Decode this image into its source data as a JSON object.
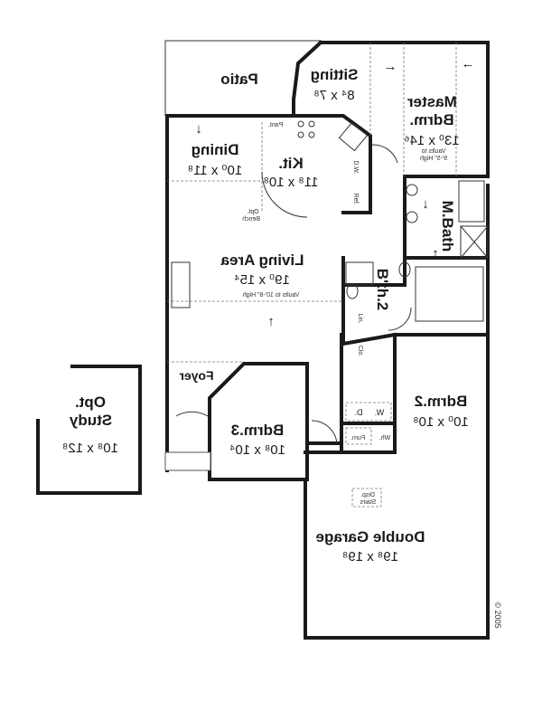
{
  "plan": {
    "rooms": {
      "patio": {
        "name": "Patio"
      },
      "sitting": {
        "name": "Sitting",
        "dims": "8⁴ x 7⁸"
      },
      "master": {
        "name1": "Master",
        "name2": "Bdrm.",
        "dims": "13⁰ x 14⁶",
        "note1": "Vaults to",
        "note2": "9'-5\" High"
      },
      "dining": {
        "name": "Dining",
        "dims": "10⁰ x 11⁸"
      },
      "kitchen": {
        "name": "Kit.",
        "dims": "11⁸ x 10⁸"
      },
      "living": {
        "name": "Living Area",
        "dims": "19⁰ x 15⁴",
        "note": "Vaults to  10'-8\" High"
      },
      "mbath": {
        "name": "M.Bath"
      },
      "bath2": {
        "name": "B'th.2"
      },
      "foyer": {
        "name": "Foyer"
      },
      "bdrm3": {
        "name": "Bdrm.3",
        "dims": "10⁸ x 10⁴"
      },
      "bdrm2": {
        "name": "Bdrm.2",
        "dims": "10⁰ x 10⁸"
      },
      "garage": {
        "name": "Double Garage",
        "dims": "19⁸ x 19⁸"
      },
      "study": {
        "name1": "Opt.",
        "name2": "Study",
        "dims": "10⁸ x 12⁸"
      }
    },
    "fixtures": {
      "pantry": "Pant.",
      "dishwasher": "D.W.",
      "refrigerator": "Ref.",
      "bench1": "Opt.",
      "bench2": "Bench",
      "linen": "Lin.",
      "closet": "Clo.",
      "washer": "W.",
      "dryer": "D.",
      "furnace": "Furn.",
      "water_heater": "Wh.",
      "stairs1": "Disp.",
      "stairs2": "Stairs"
    },
    "copyright": "© 2005"
  }
}
